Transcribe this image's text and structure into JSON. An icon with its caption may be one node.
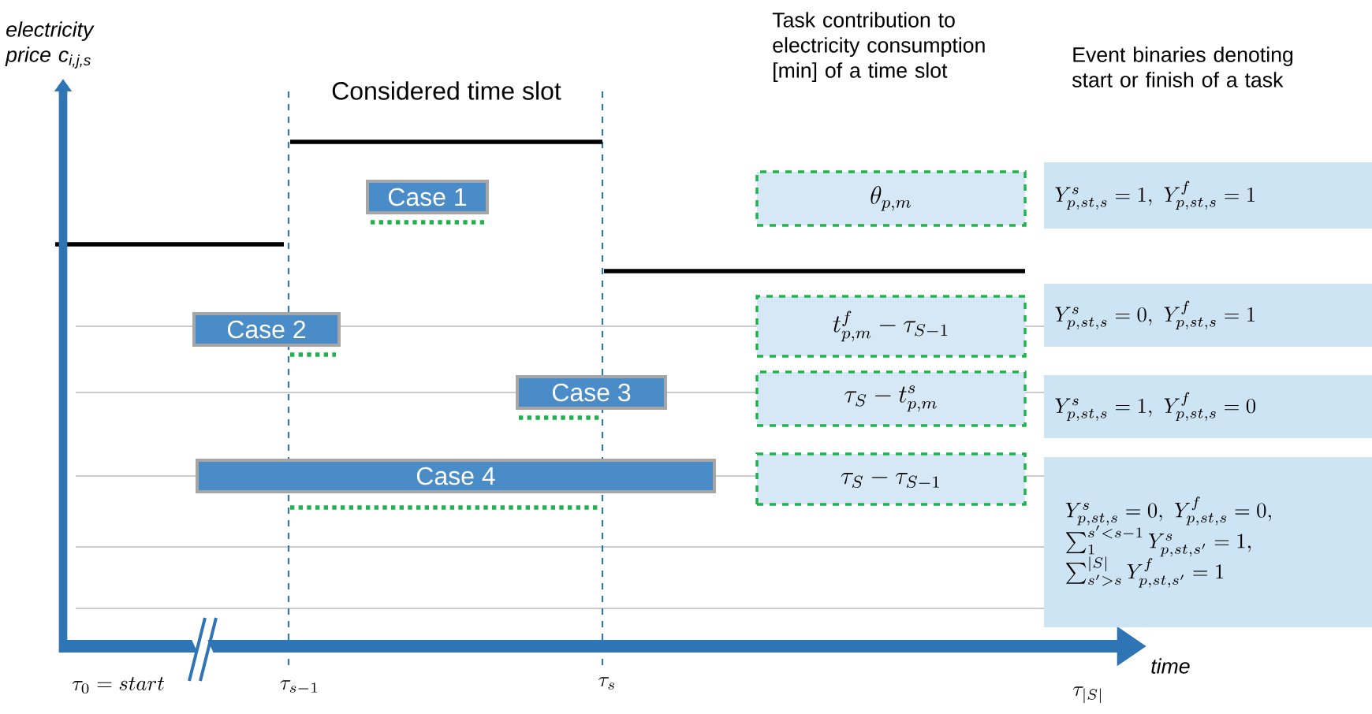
{
  "diagram": {
    "nodes": [
      {
        "text": [
          "Case 1"
        ]
      },
      {
        "text": [
          "\\theta_{p,m}"
        ]
      },
      {
        "text": [
          "Y^{s}_{p,st,s}=1,\\ Y^{f}_{p,st,s}=1"
        ]
      },
      {
        "text": [
          "Case 2"
        ]
      },
      {
        "text": [
          "t^{f}_{p,m}-\\tau_{S-1}"
        ]
      },
      {
        "text": [
          "Y^{s}_{p,st,s}=0,\\ Y^{f}_{p,st,s}=1"
        ]
      },
      {
        "text": [
          "Case 3"
        ]
      },
      {
        "text": [
          "\\tau_{S}-t^{s}_{p,m}"
        ]
      },
      {
        "text": [
          "Y^{s}_{p,st,s}=1,\\ Y^{f}_{p,st,s}=0"
        ]
      },
      {
        "text": [
          "Case 4"
        ]
      },
      {
        "text": [
          "\\tau_{S}-\\tau_{S-1}"
        ]
      },
      {
        "text": [
          "\\begin{array}{l}Y^{s}_{p,st,s}=0,\\ Y^{f}_{p,st,s}=0,\\\\ \\sum_{1}^{s'<s-1}Y^{s}_{p,st,s'}=1,\\\\ \\sum_{s'>s}^{|S|}Y^{f}_{p,st,s'}=1\\end{array}"
        ]
      }
    ],
    "labels": [
      "electricity price c$_{i,j,s}$",
      "Considered time slot",
      "Task contribution to electricity consumption [min] of a time slot",
      "Event binaries denoting start or finish of  a task",
      "time",
      "\\tau_0 = start",
      "\\tau_{s-1}",
      "\\tau_s",
      "\\tau_{|S|}"
    ]
  }
}
